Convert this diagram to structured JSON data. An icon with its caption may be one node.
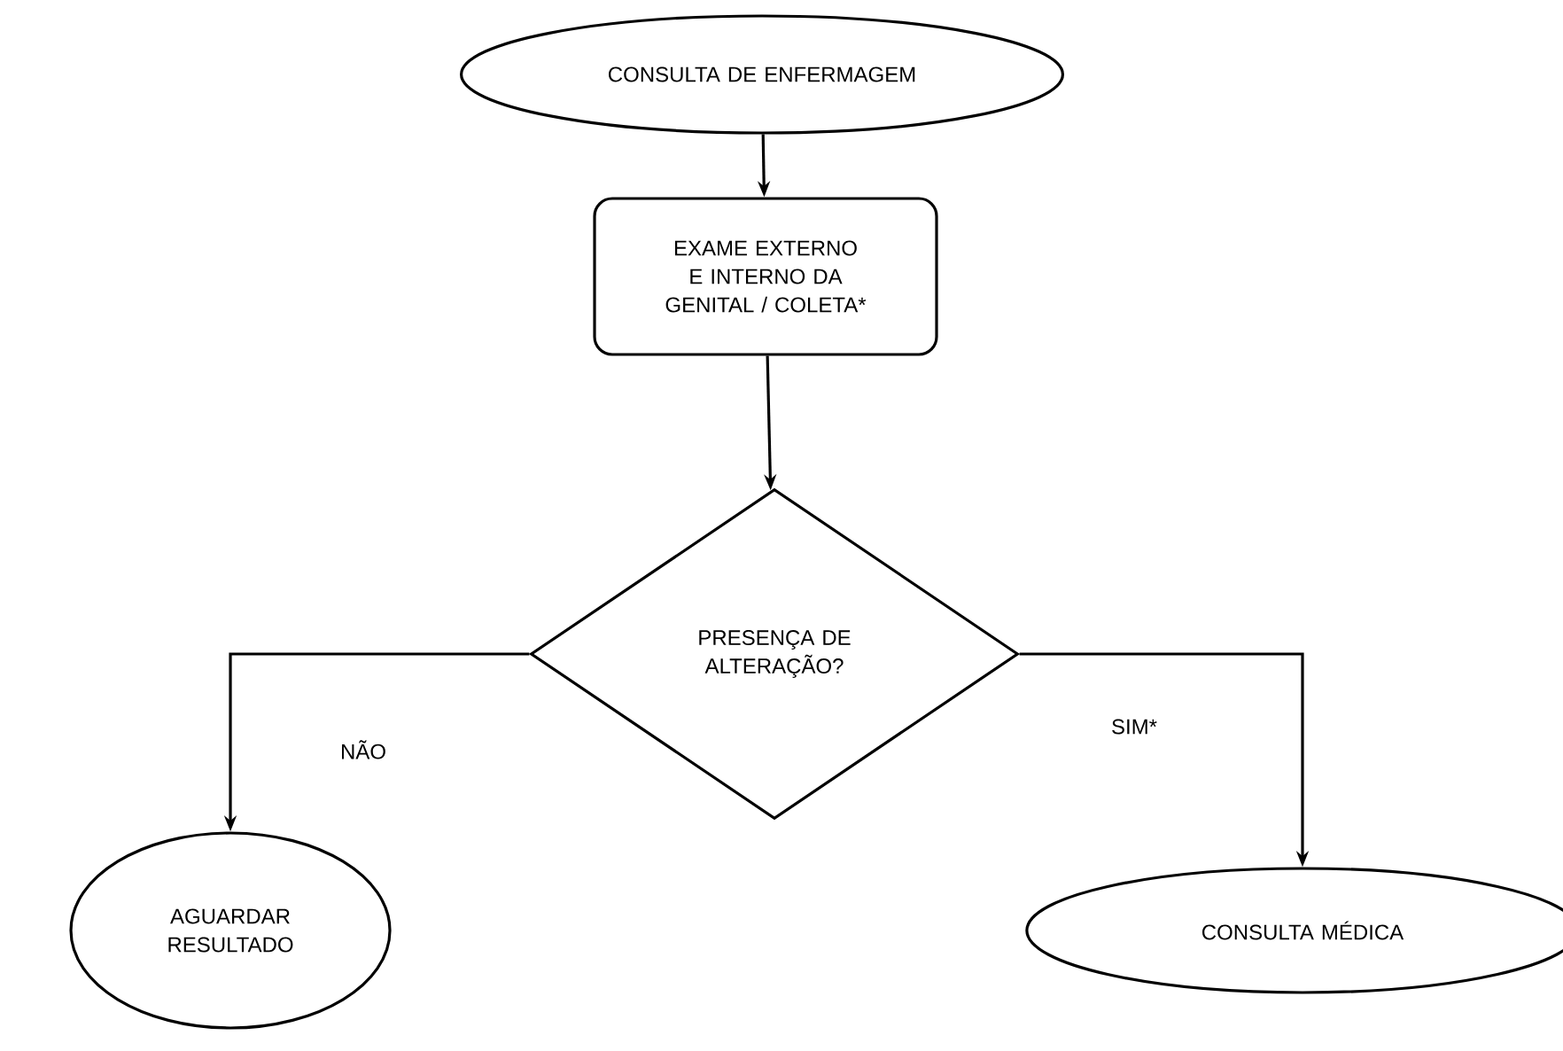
{
  "diagram": {
    "nodes": [
      {
        "text": [
          "CONSULTA DE ENFERMAGEM"
        ]
      },
      {
        "text": [
          "EXAME EXTERNO E INTERNO DA GENITAL / COLETA*"
        ]
      },
      {
        "text": [
          "PRESENÇA DE ALTERAÇÃO?"
        ]
      },
      {
        "text": [
          "AGUARDAR RESULTADO"
        ]
      },
      {
        "text": [
          "CONSULTA MÉDICA"
        ]
      }
    ],
    "edges": [
      {
        "from": 0,
        "to": 1,
        "arrow": "to"
      },
      {
        "from": 1,
        "to": 2,
        "arrow": "to"
      },
      {
        "from": 2,
        "to": 3,
        "arrow": "to",
        "label": "NÃO"
      },
      {
        "from": 2,
        "to": 4,
        "arrow": "to",
        "label": "SIM*"
      }
    ]
  }
}
